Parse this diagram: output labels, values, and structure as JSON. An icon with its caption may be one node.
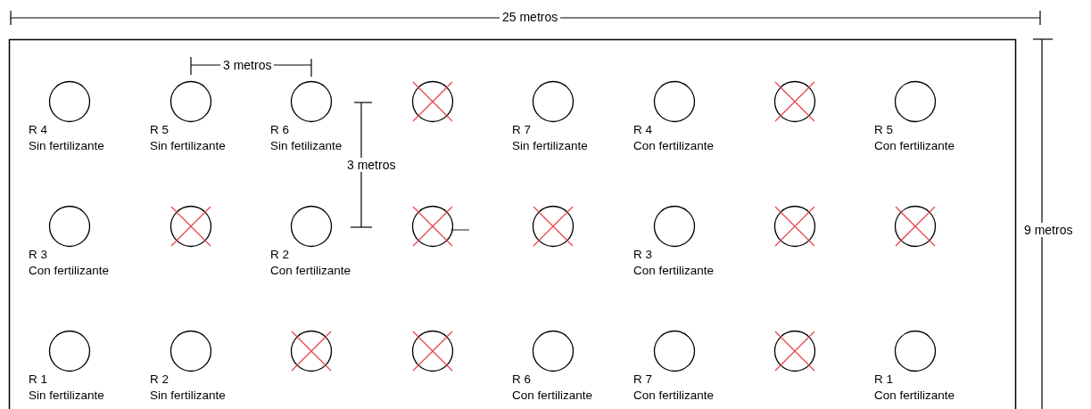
{
  "diagram": {
    "nodes": [
      {
        "text": [],
        "shape": "circle",
        "beside": [
          "R 4",
          "Sin fertilizante"
        ]
      },
      {
        "text": [],
        "shape": "circle",
        "beside": [
          "R 5",
          "Sin fertilizante"
        ]
      },
      {
        "text": [],
        "shape": "circle",
        "beside": [
          "R 6",
          "Sin fetilizante"
        ]
      },
      {
        "text": [],
        "shape": "crossed-circle"
      },
      {
        "text": [],
        "shape": "circle",
        "beside": [
          "R 7",
          "Sin fertilizante"
        ]
      },
      {
        "text": [],
        "shape": "circle",
        "beside": [
          "R 4",
          "Con fertilizante"
        ]
      },
      {
        "text": [],
        "shape": "crossed-circle"
      },
      {
        "text": [],
        "shape": "circle",
        "beside": [
          "R 5",
          "Con fertilizante"
        ]
      },
      {
        "text": [],
        "shape": "circle",
        "beside": [
          "R 3",
          "Con fertilizante"
        ]
      },
      {
        "text": [],
        "shape": "crossed-circle"
      },
      {
        "text": [],
        "shape": "circle",
        "beside": [
          "R 2",
          "Con fertilizante"
        ]
      },
      {
        "text": [],
        "shape": "crossed-circle"
      },
      {
        "text": [],
        "shape": "crossed-circle"
      },
      {
        "text": [],
        "shape": "circle",
        "beside": [
          "R 3",
          "Con fertilizante"
        ]
      },
      {
        "text": [],
        "shape": "crossed-circle"
      },
      {
        "text": [],
        "shape": "crossed-circle"
      },
      {
        "text": [],
        "shape": "circle",
        "beside": [
          "R 1",
          "Sin fertilizante"
        ]
      },
      {
        "text": [],
        "shape": "circle",
        "beside": [
          "R 2",
          "Sin fertilizante"
        ]
      },
      {
        "text": [],
        "shape": "crossed-circle"
      },
      {
        "text": [],
        "shape": "crossed-circle"
      },
      {
        "text": [],
        "shape": "circle",
        "beside": [
          "R 6",
          "Con fertilizante"
        ]
      },
      {
        "text": [],
        "shape": "circle",
        "beside": [
          "R 7",
          "Con fertilizante"
        ]
      },
      {
        "text": [],
        "shape": "crossed-circle"
      },
      {
        "text": [],
        "shape": "circle",
        "beside": [
          "R 1",
          "Con fertilizante"
        ]
      }
    ],
    "labels": [
      "25 metros",
      "3 metros",
      "3 metros",
      "9 metros"
    ]
  }
}
